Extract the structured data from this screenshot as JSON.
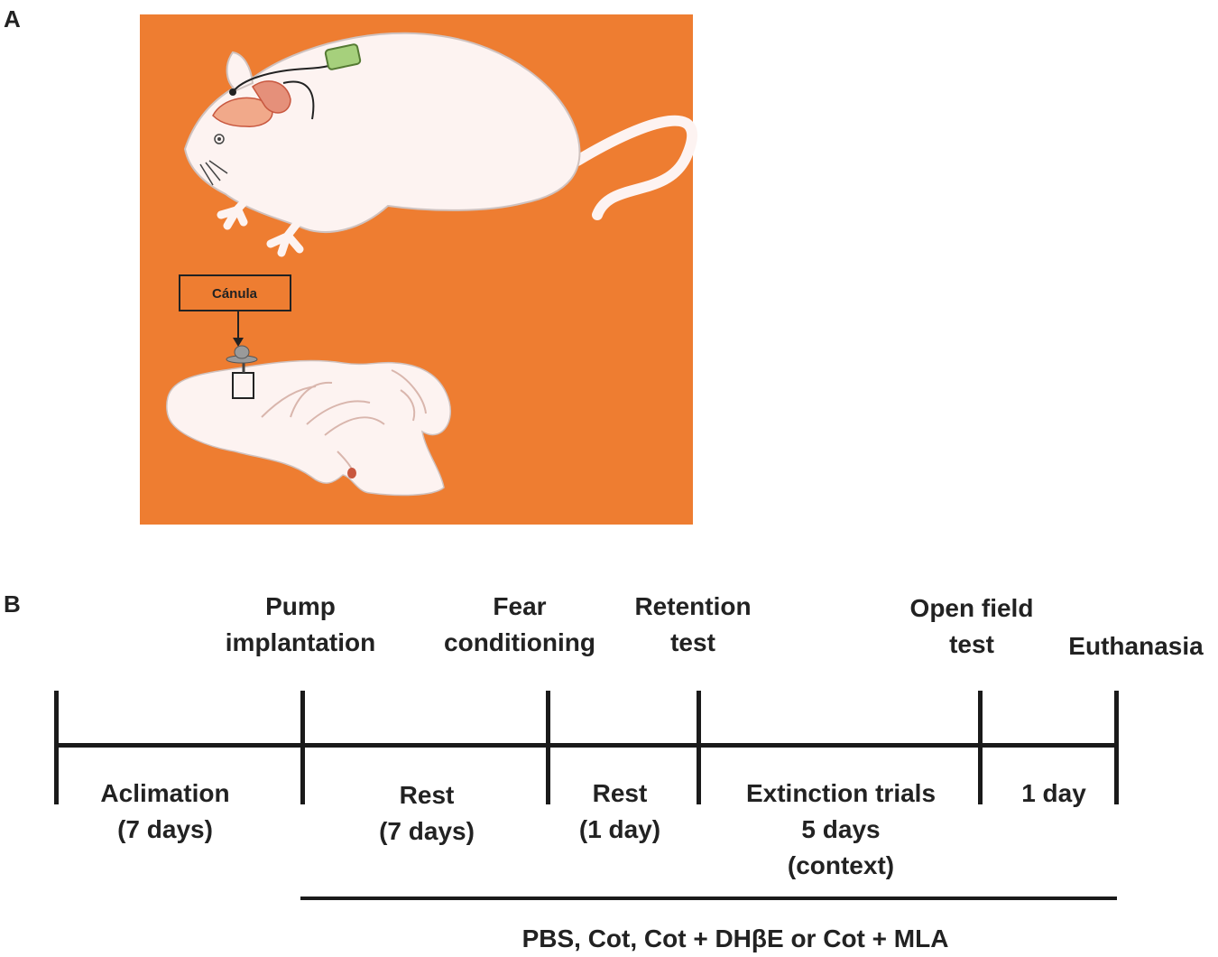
{
  "panel_a": {
    "label": "A",
    "background_color": "#ee7d31",
    "cannula_label": "Cánula"
  },
  "panel_b": {
    "label": "B",
    "events_above": [
      {
        "lines": [
          "Pump",
          "implantation"
        ]
      },
      {
        "lines": [
          "Fear",
          "conditioning"
        ]
      },
      {
        "lines": [
          "Retention",
          "test"
        ]
      },
      {
        "lines": [
          "Open field",
          "test"
        ]
      },
      {
        "lines": [
          "Euthanasia"
        ]
      }
    ],
    "periods_below": [
      {
        "lines": [
          "Aclimation",
          "(7 days)"
        ]
      },
      {
        "lines": [
          "Rest",
          "(7 days)"
        ]
      },
      {
        "lines": [
          "Rest",
          "(1 day)"
        ]
      },
      {
        "lines": [
          "Extinction trials",
          "5 days",
          "(context)"
        ]
      },
      {
        "lines": [
          "1 day"
        ]
      }
    ],
    "treatment_label": "PBS, Cot, Cot + DHβE or Cot + MLA"
  }
}
